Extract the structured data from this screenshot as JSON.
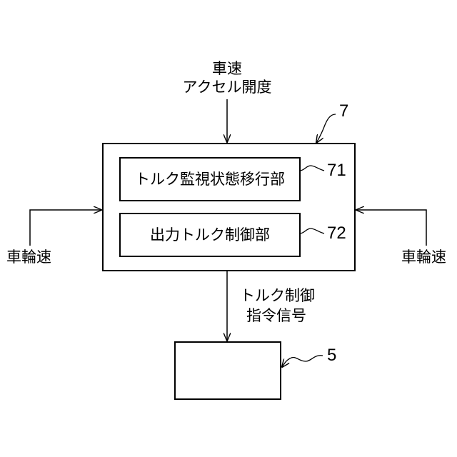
{
  "inputs": {
    "top_line1": "車速",
    "top_line2": "アクセル開度",
    "left": "車輪速",
    "right": "車輪速"
  },
  "controller": {
    "ref": "7",
    "block1_label": "トルク監視状態移行部",
    "block1_ref": "71",
    "block2_label": "出力トルク制御部",
    "block2_ref": "72"
  },
  "output": {
    "line1": "トルク制御",
    "line2": "指令信号"
  },
  "target": {
    "ref": "5"
  }
}
